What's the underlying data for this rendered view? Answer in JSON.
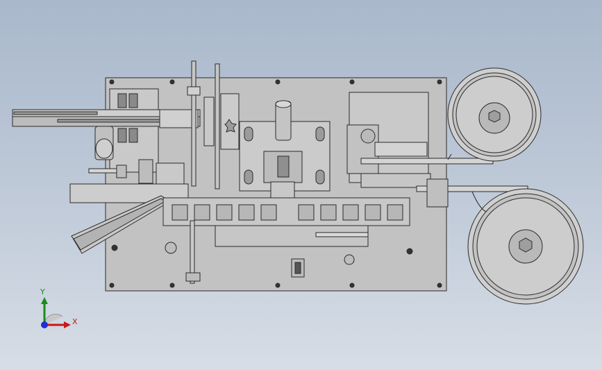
{
  "viewport": {
    "background_top": "#a9b8cc",
    "background_bottom": "#d6dde6"
  },
  "model": {
    "plate_color": "#bfbfbf",
    "part_color": "#c8c8c8",
    "line_color": "#2a2a2a",
    "reels": 2
  },
  "triad": {
    "x_label": "X",
    "y_label": "Y",
    "x_color": "#c81818",
    "y_color": "#1a8a1a",
    "z_color": "#1f2fd0"
  }
}
